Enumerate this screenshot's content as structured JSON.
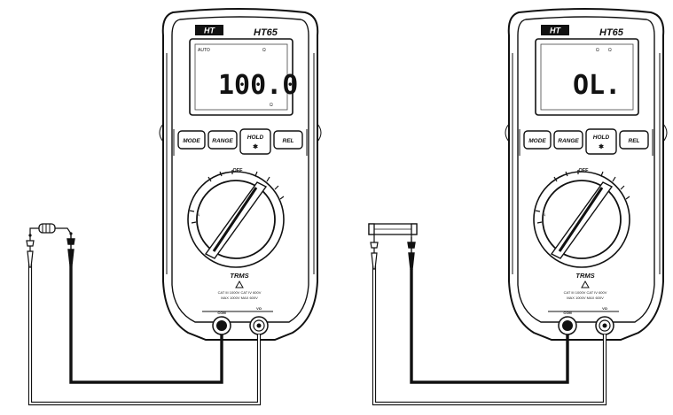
{
  "meters": [
    {
      "brand": "HT",
      "model": "HT65",
      "lcd": {
        "indicator": "AUTO",
        "reading": "100.0",
        "unit_top": "Ω",
        "unit_bottom": "Ω"
      },
      "buttons": [
        "MODE",
        "RANGE",
        "HOLD",
        "REL"
      ],
      "dial": {
        "off_label": "OFF"
      },
      "trms_label": "TRMS",
      "warning_text": [
        "CAT III 1000V  CAT IV 600V",
        "MAX 1000V  MAX 600V"
      ],
      "jacks": {
        "com_label": "COM",
        "v_label": "VΩ"
      },
      "component": "resistor"
    },
    {
      "brand": "HT",
      "model": "HT65",
      "lcd": {
        "indicator": "Ω",
        "reading": "OL.",
        "unit_top": "Ω",
        "unit_bottom": ""
      },
      "buttons": [
        "MODE",
        "RANGE",
        "HOLD",
        "REL"
      ],
      "dial": {
        "off_label": "OFF"
      },
      "trms_label": "TRMS",
      "warning_text": [
        "CAT III 1000V  CAT IV 600V",
        "MAX 1000V  MAX 600V"
      ],
      "jacks": {
        "com_label": "COM",
        "v_label": "VΩ"
      },
      "component": "fuse"
    }
  ]
}
